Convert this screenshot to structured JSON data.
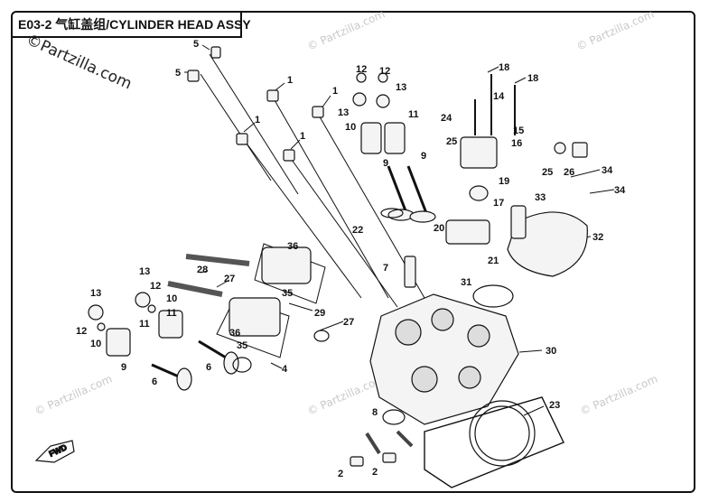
{
  "diagram": {
    "code": "E03-2",
    "title": "气缸盖组/CYLINDER HEAD ASSY",
    "brand_watermark": "©Partzilla.com",
    "faint_watermark": "© Partzilla.com",
    "direction_marker": "FWD"
  },
  "callouts": [
    {
      "id": "c1a",
      "text": "1"
    },
    {
      "id": "c1b",
      "text": "1"
    },
    {
      "id": "c1c",
      "text": "1"
    },
    {
      "id": "c1d",
      "text": "1"
    },
    {
      "id": "c2a",
      "text": "2"
    },
    {
      "id": "c2b",
      "text": "2"
    },
    {
      "id": "c4",
      "text": "4"
    },
    {
      "id": "c5a",
      "text": "5"
    },
    {
      "id": "c5b",
      "text": "5"
    },
    {
      "id": "c6a",
      "text": "6"
    },
    {
      "id": "c6b",
      "text": "6"
    },
    {
      "id": "c7",
      "text": "7"
    },
    {
      "id": "c8",
      "text": "8"
    },
    {
      "id": "c9a",
      "text": "9"
    },
    {
      "id": "c9b",
      "text": "9"
    },
    {
      "id": "c9c",
      "text": "9"
    },
    {
      "id": "c10a",
      "text": "10"
    },
    {
      "id": "c10b",
      "text": "10"
    },
    {
      "id": "c10c",
      "text": "10"
    },
    {
      "id": "c11a",
      "text": "11"
    },
    {
      "id": "c11b",
      "text": "11"
    },
    {
      "id": "c11c",
      "text": "11"
    },
    {
      "id": "c12a",
      "text": "12"
    },
    {
      "id": "c12b",
      "text": "12"
    },
    {
      "id": "c12c",
      "text": "12"
    },
    {
      "id": "c12d",
      "text": "12"
    },
    {
      "id": "c13a",
      "text": "13"
    },
    {
      "id": "c13b",
      "text": "13"
    },
    {
      "id": "c13c",
      "text": "13"
    },
    {
      "id": "c13d",
      "text": "13"
    },
    {
      "id": "c14",
      "text": "14"
    },
    {
      "id": "c15",
      "text": "15"
    },
    {
      "id": "c16",
      "text": "16"
    },
    {
      "id": "c17",
      "text": "17"
    },
    {
      "id": "c18a",
      "text": "18"
    },
    {
      "id": "c18b",
      "text": "18"
    },
    {
      "id": "c19",
      "text": "19"
    },
    {
      "id": "c20",
      "text": "20"
    },
    {
      "id": "c21",
      "text": "21"
    },
    {
      "id": "c22",
      "text": "22"
    },
    {
      "id": "c23",
      "text": "23"
    },
    {
      "id": "c24",
      "text": "24"
    },
    {
      "id": "c25a",
      "text": "25"
    },
    {
      "id": "c25b",
      "text": "25"
    },
    {
      "id": "c26",
      "text": "26"
    },
    {
      "id": "c27a",
      "text": "27"
    },
    {
      "id": "c27b",
      "text": "27"
    },
    {
      "id": "c28",
      "text": "28"
    },
    {
      "id": "c29",
      "text": "29"
    },
    {
      "id": "c30",
      "text": "30"
    },
    {
      "id": "c31",
      "text": "31"
    },
    {
      "id": "c32",
      "text": "32"
    },
    {
      "id": "c33",
      "text": "33"
    },
    {
      "id": "c34a",
      "text": "34"
    },
    {
      "id": "c34b",
      "text": "34"
    },
    {
      "id": "c35a",
      "text": "35"
    },
    {
      "id": "c35b",
      "text": "35"
    },
    {
      "id": "c36a",
      "text": "36"
    },
    {
      "id": "c36b",
      "text": "36"
    }
  ]
}
